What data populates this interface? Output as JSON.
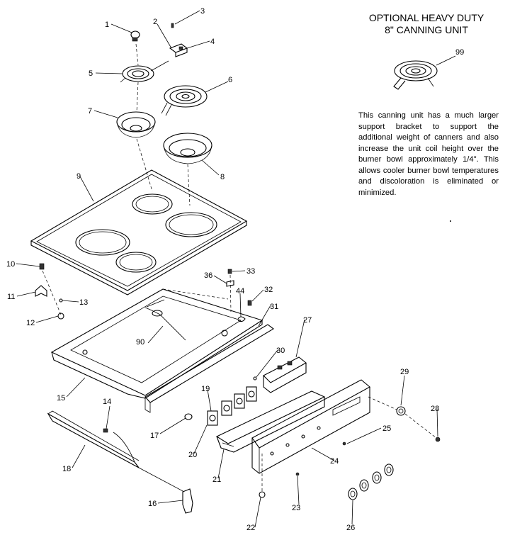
{
  "header": {
    "title_line1": "OPTIONAL HEAVY DUTY",
    "title_line2": "8\" CANNING UNIT"
  },
  "description": "This canning unit has a much larger support bracket to support the additional weight of canners and also increase the unit coil height over the burner bowl approximately 1/4\". This allows cooler burner bowl temperatures and discoloration is eliminated or minimized.",
  "callouts": {
    "c1": "1",
    "c2": "2",
    "c3": "3",
    "c4": "4",
    "c5": "5",
    "c6": "6",
    "c7": "7",
    "c8": "8",
    "c9": "9",
    "c10": "10",
    "c11": "11",
    "c12": "12",
    "c13": "13",
    "c14": "14",
    "c15": "15",
    "c16": "16",
    "c17": "17",
    "c18": "18",
    "c19": "19",
    "c20": "20",
    "c21": "21",
    "c22": "22",
    "c23": "23",
    "c24": "24",
    "c25": "25",
    "c26": "26",
    "c27": "27",
    "c28": "28",
    "c29": "29",
    "c30": "30",
    "c31": "31",
    "c32": "32",
    "c33": "33",
    "c36": "36",
    "c44": "44",
    "c90": "90",
    "c99": "99"
  }
}
